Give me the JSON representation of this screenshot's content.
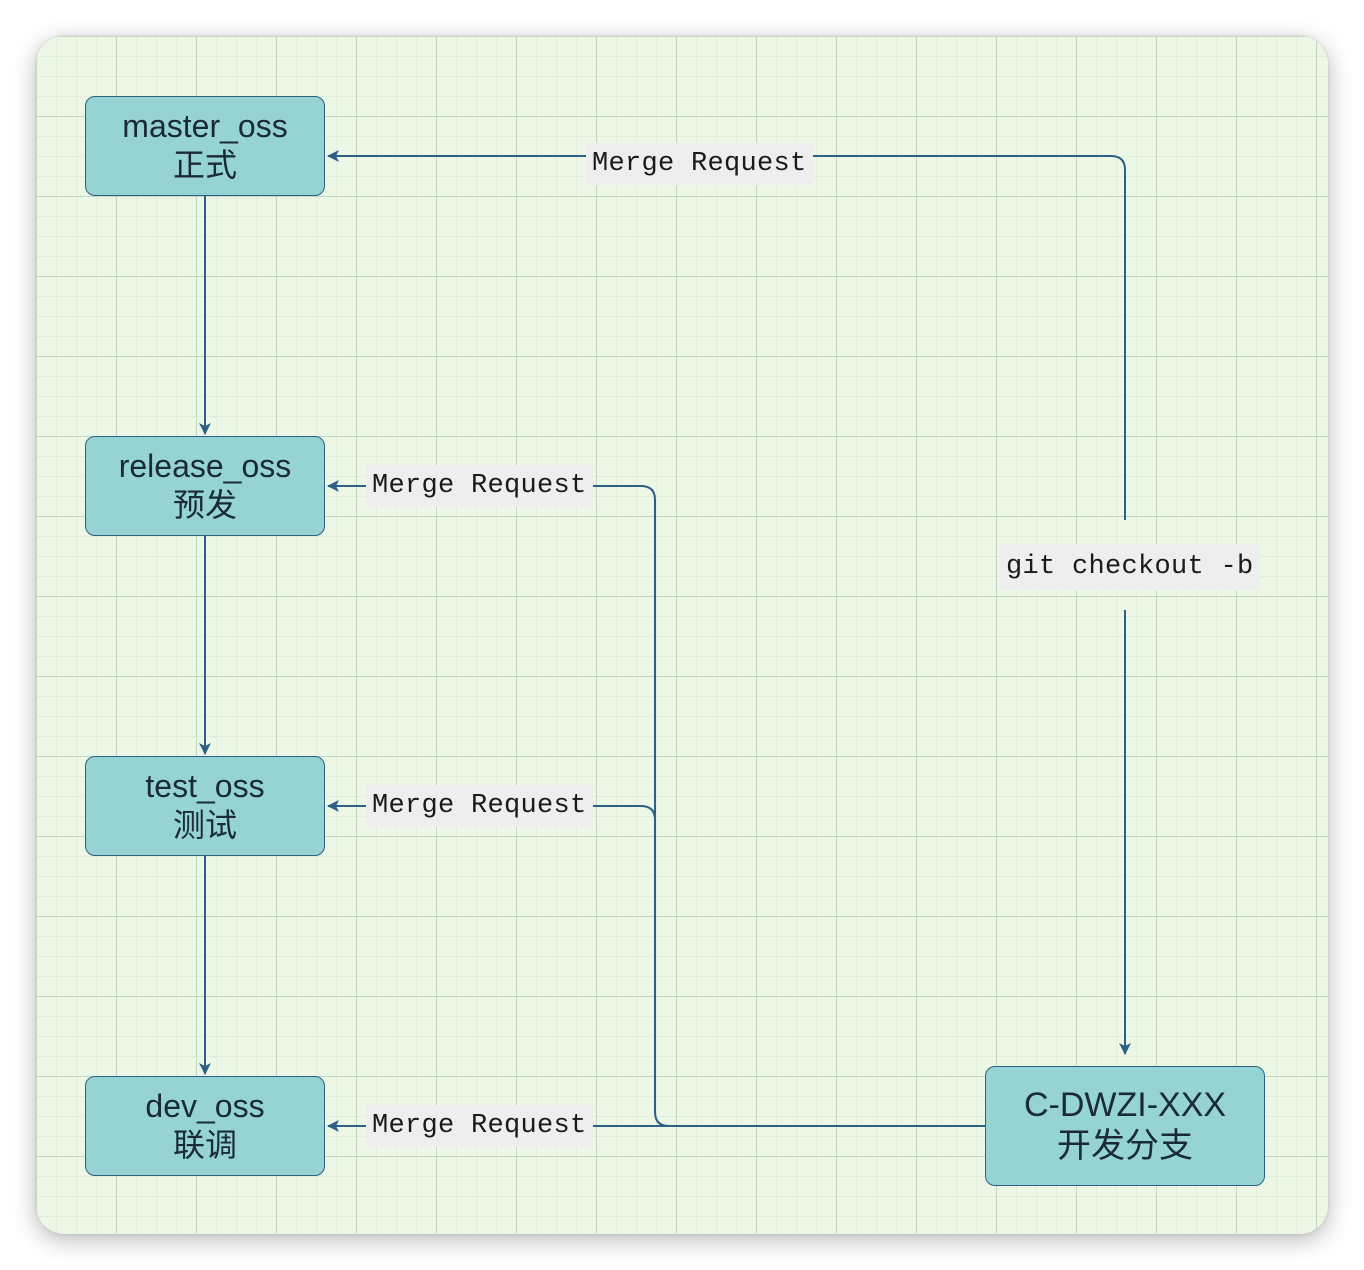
{
  "nodes": {
    "master": {
      "name": "master_oss",
      "desc": "正式"
    },
    "release": {
      "name": "release_oss",
      "desc": "预发"
    },
    "test": {
      "name": "test_oss",
      "desc": "测试"
    },
    "dev": {
      "name": "dev_oss",
      "desc": "联调"
    },
    "feature": {
      "name": "C-DWZI-XXX",
      "desc": "开发分支"
    }
  },
  "edges": {
    "merge_to_master": "Merge Request",
    "merge_to_release": "Merge Request",
    "merge_to_test": "Merge Request",
    "merge_to_dev": "Merge Request",
    "checkout": "git checkout -b"
  },
  "colors": {
    "canvas_bg": "#ecf7e6",
    "node_fill": "#96d4d4",
    "node_border": "#2e5f86",
    "edge": "#2e5f86",
    "label_bg": "#eeeeee"
  }
}
